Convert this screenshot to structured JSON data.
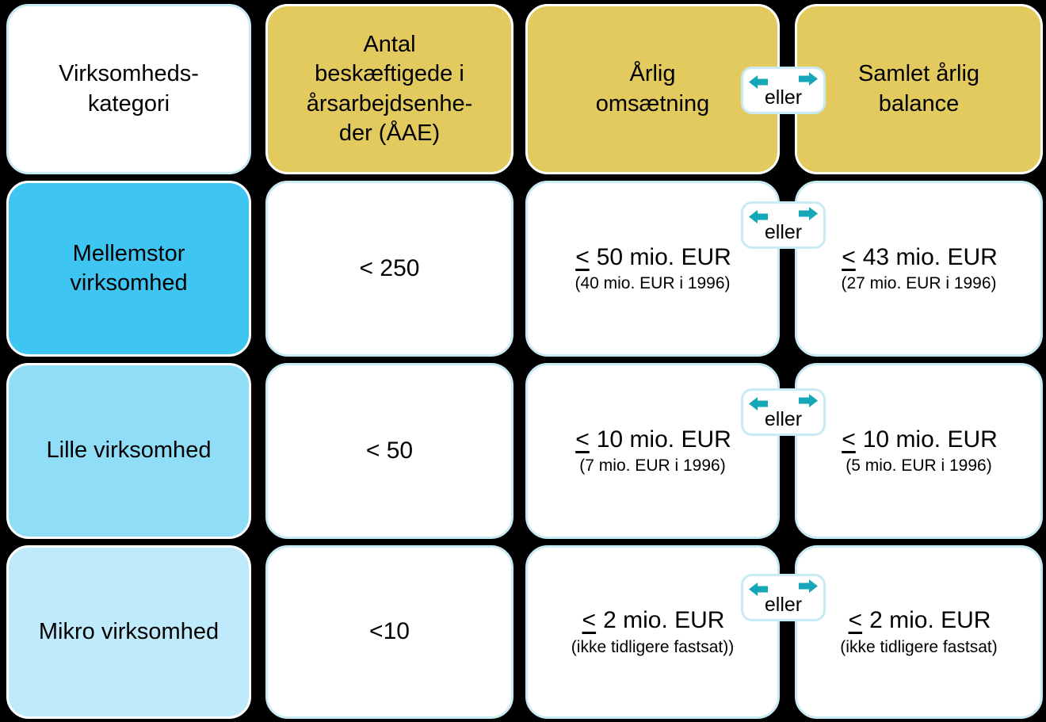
{
  "colors": {
    "background": "#000000",
    "header_yellow": "#e3ca5f",
    "row_medium_blue": "#3ec5f1",
    "row_small_blue": "#8fddf7",
    "row_micro_blue": "#beeafb",
    "cell_border_cyan": "#c9eaf2",
    "badge_border_cyan": "#c9eaf2",
    "arrow_teal": "#14a7b8",
    "cell_white": "#ffffff",
    "text": "#000000"
  },
  "header": {
    "category": "Virksomheds-\nkategori",
    "employees": "Antal\nbeskæftigede i\nårsarbejdsenhe-\nder (ÅAE)",
    "turnover": "Årlig\nomsætning",
    "balance": "Samlet årlig\nbalance",
    "or_badge": "eller"
  },
  "rows": [
    {
      "category": "Mellemstor\nvirksomhed",
      "employees": "< 250",
      "or_badge": "eller",
      "turnover": {
        "le": "<",
        "amount": "50 mio. EUR",
        "note": "(40 mio. EUR  i 1996)"
      },
      "balance": {
        "le": "<",
        "amount": "43 mio. EUR",
        "note": "(27 mio. EUR  i 1996)"
      }
    },
    {
      "category": "Lille virksomhed",
      "employees": "< 50",
      "or_badge": "eller",
      "turnover": {
        "le": "<",
        "amount": "10 mio. EUR",
        "note": "(7 mio. EUR  i 1996)"
      },
      "balance": {
        "le": "<",
        "amount": "10 mio. EUR",
        "note": "(5 mio. EUR  i 1996)"
      }
    },
    {
      "category": "Mikro virksomhed",
      "employees": "<10",
      "or_badge": "eller",
      "turnover": {
        "le": "<",
        "amount": "2 mio. EUR",
        "note": "(ikke tidligere fastsat))"
      },
      "balance": {
        "le": "<",
        "amount": "2 mio. EUR",
        "note": "(ikke tidligere fastsat)"
      }
    }
  ]
}
